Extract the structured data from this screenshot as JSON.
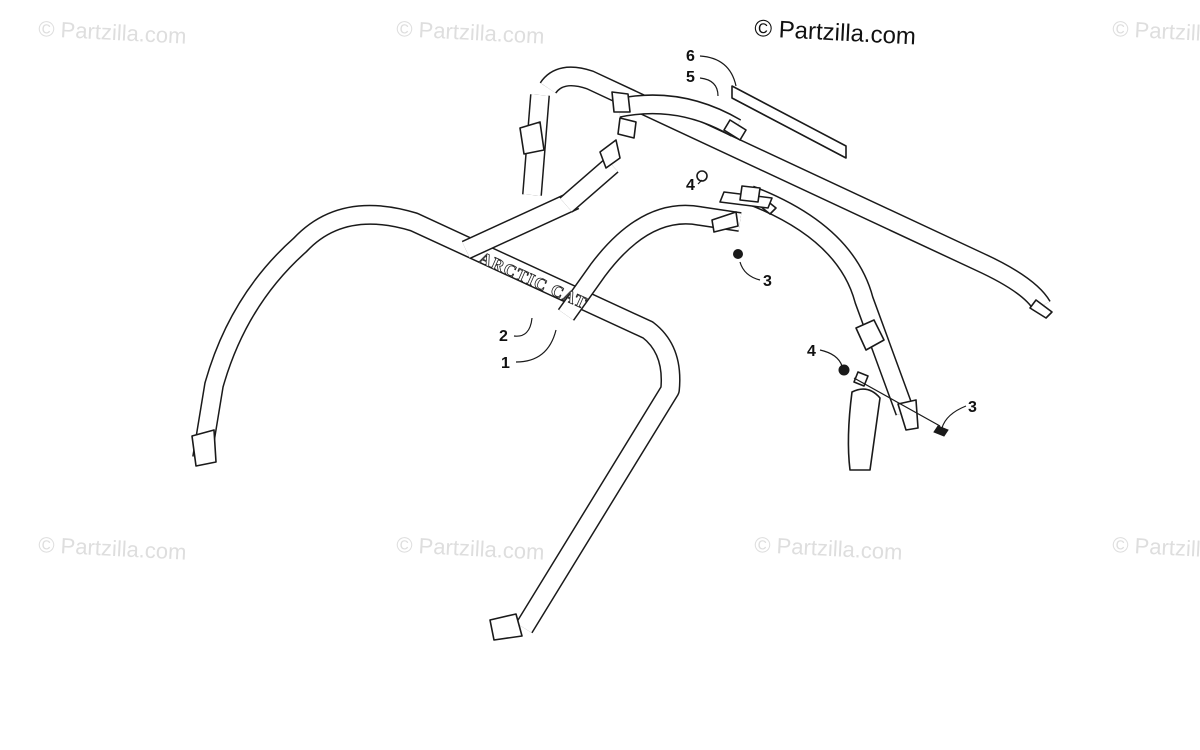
{
  "copyright": "© Partzilla.com",
  "watermark": "© Partzilla.com",
  "brand_mark": "ARCTIC CAT",
  "callouts": [
    {
      "id": "c1",
      "label": "1"
    },
    {
      "id": "c2",
      "label": "2"
    },
    {
      "id": "c3a",
      "label": "3"
    },
    {
      "id": "c3b",
      "label": "3"
    },
    {
      "id": "c4a",
      "label": "4"
    },
    {
      "id": "c4b",
      "label": "4"
    },
    {
      "id": "c5",
      "label": "5"
    },
    {
      "id": "c6",
      "label": "6"
    }
  ],
  "colors": {
    "line": "#1a1a1a",
    "watermark": "#dedede",
    "background": "#ffffff"
  }
}
